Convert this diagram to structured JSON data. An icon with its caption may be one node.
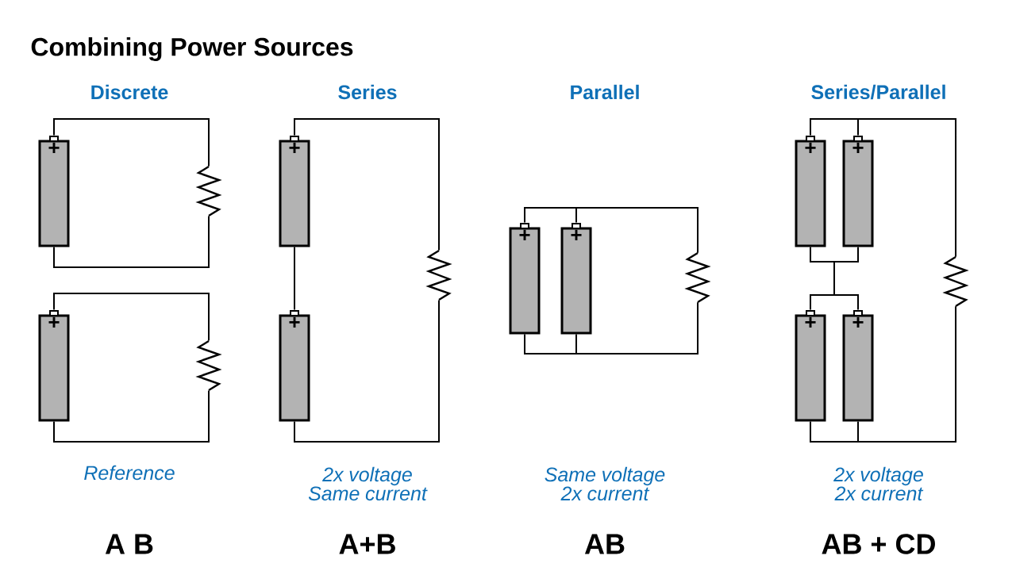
{
  "diagram": {
    "title": "Combining Power Sources",
    "nodes": [
      {
        "text": [
          "+"
        ]
      },
      {
        "text": [],
        "shape": "resistor"
      },
      {
        "text": [
          "+"
        ]
      },
      {
        "text": [],
        "shape": "resistor"
      },
      {
        "text": [
          "+"
        ]
      },
      {
        "text": [
          "+"
        ]
      },
      {
        "text": [],
        "shape": "resistor"
      },
      {
        "text": [
          "+"
        ]
      },
      {
        "text": [
          "+"
        ]
      },
      {
        "text": [],
        "shape": "resistor"
      },
      {
        "text": [
          "+"
        ]
      },
      {
        "text": [
          "+"
        ]
      },
      {
        "text": [
          "+"
        ]
      },
      {
        "text": [
          "+"
        ]
      },
      {
        "text": [],
        "shape": "resistor"
      }
    ],
    "edges": [
      {
        "from": 0,
        "to": 1,
        "arrow": "none"
      },
      {
        "from": 0,
        "to": 1,
        "arrow": "none"
      },
      {
        "from": 2,
        "to": 3,
        "arrow": "none"
      },
      {
        "from": 2,
        "to": 3,
        "arrow": "none"
      },
      {
        "from": 4,
        "to": 6,
        "arrow": "none"
      },
      {
        "from": 4,
        "to": 5,
        "arrow": "none"
      },
      {
        "from": 5,
        "to": 6,
        "arrow": "none"
      },
      {
        "from": 7,
        "to": 9,
        "arrow": "none"
      },
      {
        "from": 8,
        "to": 9,
        "arrow": "none"
      },
      {
        "from": 7,
        "to": 9,
        "arrow": "none"
      },
      {
        "from": 8,
        "to": 9,
        "arrow": "none"
      },
      {
        "from": 10,
        "to": 14,
        "arrow": "none"
      },
      {
        "from": 11,
        "to": 14,
        "arrow": "none"
      },
      {
        "from": 10,
        "to": 12,
        "arrow": "none"
      },
      {
        "from": 10,
        "to": 13,
        "arrow": "none"
      },
      {
        "from": 11,
        "to": 12,
        "arrow": "none"
      },
      {
        "from": 11,
        "to": 13,
        "arrow": "none"
      },
      {
        "from": 12,
        "to": 14,
        "arrow": "none"
      },
      {
        "from": 13,
        "to": 14,
        "arrow": "none"
      }
    ],
    "labels": [
      "Discrete",
      "Series",
      "Parallel",
      "Series/Parallel",
      "Reference",
      "2x voltage Same current",
      "Same voltage 2x current",
      "2x voltage 2x current",
      "A B",
      "A+B",
      "AB",
      "AB + CD"
    ]
  }
}
